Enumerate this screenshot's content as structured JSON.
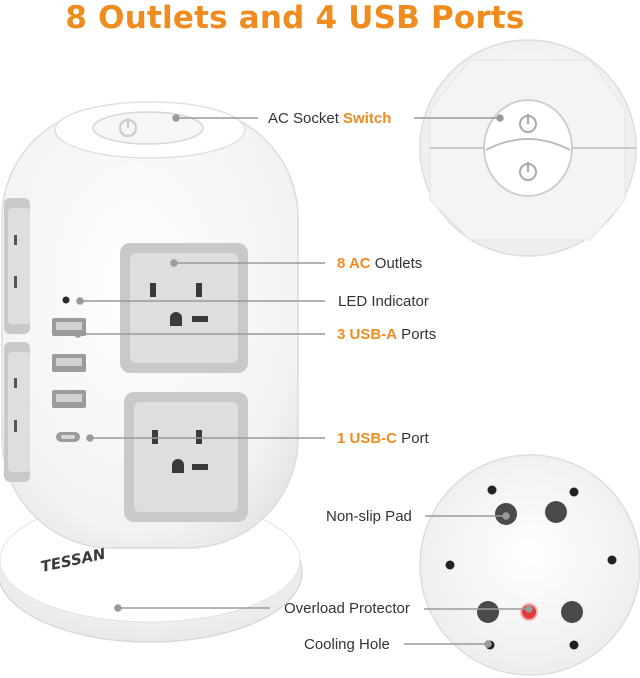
{
  "title": "8 Outlets and 4 USB Ports",
  "brand": "TESSAN",
  "colors": {
    "accent": "#f08c1e",
    "outlet": "#c9c9c9",
    "body": "#f7f7f7",
    "text": "#333333",
    "protector": "#e23b3b"
  },
  "labels": {
    "switch": {
      "prefix": "AC Socket ",
      "highlight": "Switch",
      "suffix": ""
    },
    "outlets": {
      "prefix": "",
      "highlight": "8 AC",
      "suffix": " Outlets"
    },
    "led": {
      "prefix": "LED Indicator",
      "highlight": "",
      "suffix": ""
    },
    "usba": {
      "prefix": "",
      "highlight": "3 USB-A",
      "suffix": " Ports"
    },
    "usbc": {
      "prefix": "",
      "highlight": "1 USB-C",
      "suffix": " Port"
    },
    "pad": {
      "prefix": "Non-slip Pad",
      "highlight": "",
      "suffix": ""
    },
    "overload": {
      "prefix": "Overload Protector",
      "highlight": "",
      "suffix": ""
    },
    "cooling": {
      "prefix": "Cooling Hole",
      "highlight": "",
      "suffix": ""
    }
  },
  "icons": [
    "power-icon",
    "usb-a-port-icon",
    "usb-c-port-icon",
    "led-dot-icon"
  ]
}
